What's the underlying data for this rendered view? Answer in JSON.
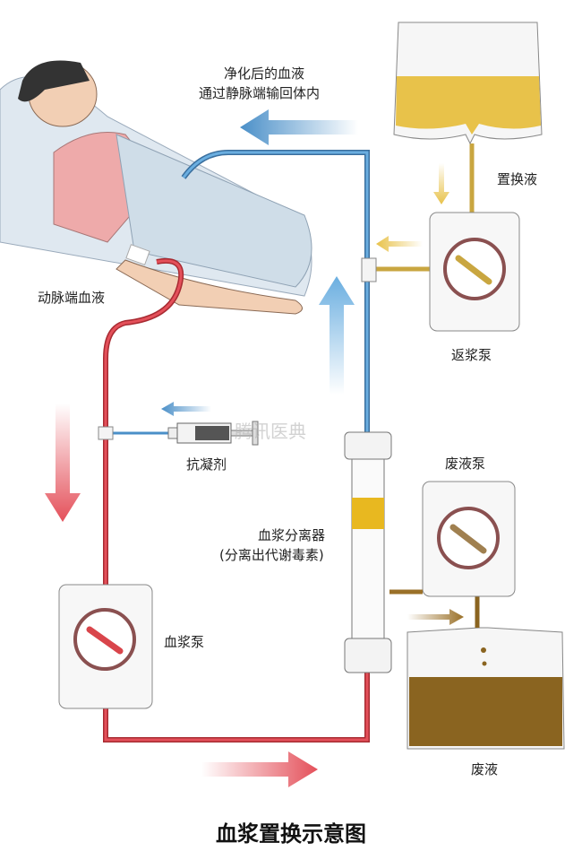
{
  "title": "血浆置换示意图",
  "watermark": "腾讯医典",
  "labels": {
    "return_blood_line1": "净化后的血液",
    "return_blood_line2": "通过静脉端输回体内",
    "replacement_fluid": "置换液",
    "return_pump": "返浆泵",
    "arterial_blood": "动脉端血液",
    "anticoagulant": "抗凝剂",
    "waste_pump": "废液泵",
    "separator_line1": "血浆分离器",
    "separator_line2": "(分离出代谢毒素)",
    "blood_pump": "血浆泵",
    "waste_fluid": "废液"
  },
  "colors": {
    "venous": "#4a8fc8",
    "arterial": "#d9454b",
    "replacement": "#e8c24a",
    "waste": "#8a6420"
  }
}
